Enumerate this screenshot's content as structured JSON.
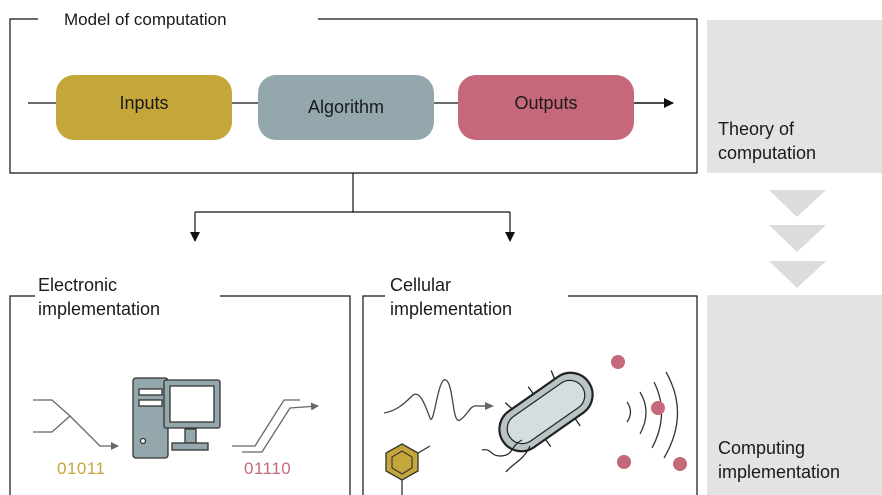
{
  "model_box": {
    "title": "Model of computation",
    "steps": [
      {
        "label": "Inputs",
        "color": "#c4a63a"
      },
      {
        "label": "Algorithm",
        "color": "#94a7ac"
      },
      {
        "label": "Outputs",
        "color": "#c56879"
      }
    ]
  },
  "side_panel": {
    "top_label_line1": "Theory of",
    "top_label_line2": "computation",
    "bottom_label_line1": "Computing",
    "bottom_label_line2": "implementation",
    "panel_color": "#e3e3e3",
    "arrow_color": "#dcdcdc"
  },
  "electronic": {
    "title_line1": "Electronic",
    "title_line2": "implementation",
    "input_code": "01011",
    "output_code": "01110",
    "input_color": "#c4a63a",
    "output_color": "#c56879"
  },
  "cellular": {
    "title_line1": "Cellular",
    "title_line2": "implementation"
  }
}
